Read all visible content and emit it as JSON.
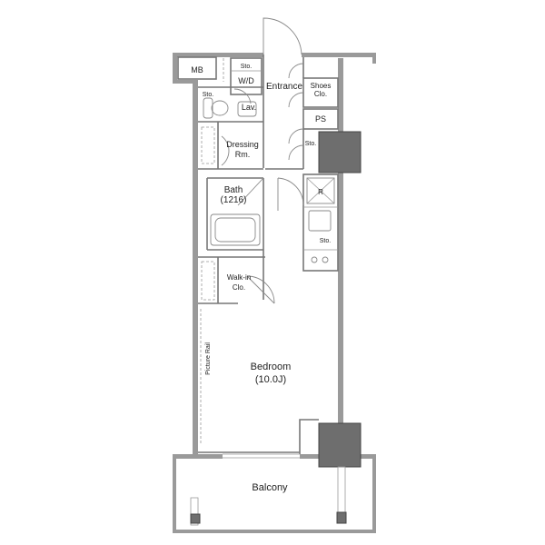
{
  "rooms": {
    "mb": "MB",
    "sto_top": "Sto.",
    "wd": "W/D",
    "sto_left": "Sto.",
    "lav": "Lav.",
    "entrance": "Entrance",
    "shoes_line1": "Shoes",
    "shoes_line2": "Clo.",
    "ps": "PS",
    "sto_mid": "Sto.",
    "dressing_line1": "Dressing",
    "dressing_line2": "Rm.",
    "bath_line1": "Bath",
    "bath_line2": "(1216)",
    "fridge": "R",
    "sto_kitchen": "Sto.",
    "walkin_line1": "Walk-in",
    "walkin_line2": "Clo.",
    "picture_rail": "Picture Rail",
    "bedroom_line1": "Bedroom",
    "bedroom_line2": "(10.0J)",
    "balcony": "Balcony"
  },
  "colors": {
    "wall": "#777777",
    "column": "#6e6e6e",
    "background": "#ffffff"
  }
}
